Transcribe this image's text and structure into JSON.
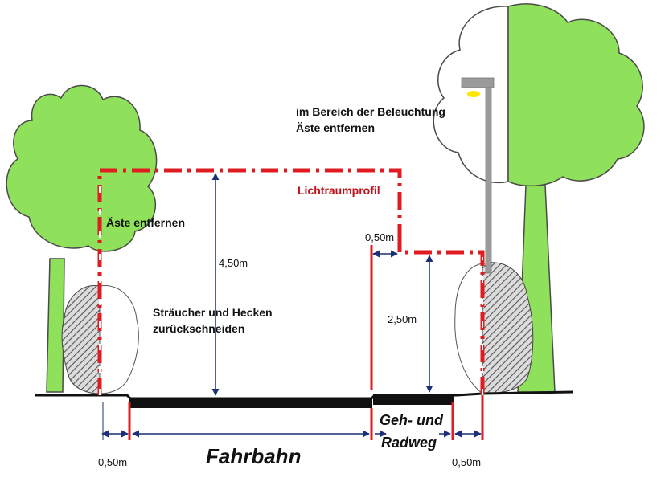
{
  "labels": {
    "lighting_note_line1": "im Bereich der Beleuchtung",
    "lighting_note_line2": "Äste entfernen",
    "clearance_profile": "Lichtraumprofil",
    "branches_remove": "Äste entfernen",
    "shrubs_line1": "Sträucher und Hecken",
    "shrubs_line2": "zurückschneiden",
    "height_road": "4,50m",
    "height_path": "2,50m",
    "offset_top": "0,50m",
    "offset_left": "0,50m",
    "offset_right": "0,50m",
    "roadway": "Fahrbahn",
    "path_line1": "Geh- und",
    "path_line2": "Radweg"
  },
  "colors": {
    "tree_green": "#8fe05a",
    "tree_outline": "#4a4a4a",
    "profile_red": "#e01b22",
    "dimension_blue": "#1c2f78",
    "ground": "#111111",
    "lamp_grey": "#9a9a9a",
    "lamp_light": "#ffe600",
    "label_red": "#c0121b"
  },
  "icons": {
    "tree_left": "tree-icon",
    "tree_right": "tree-icon",
    "bush_left": "bush-icon",
    "bush_right": "bush-icon",
    "street_lamp": "street-lamp-icon"
  }
}
